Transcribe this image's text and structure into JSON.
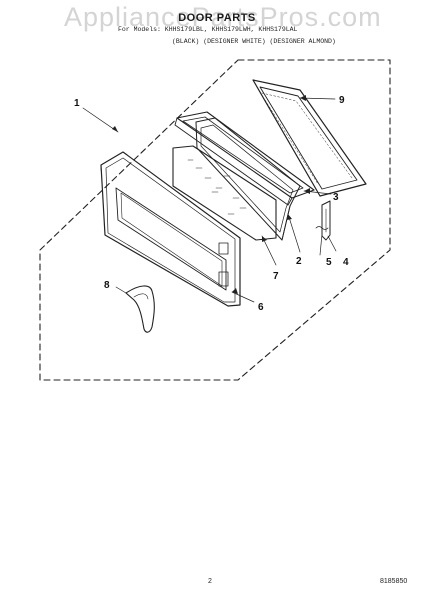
{
  "watermark": "AppliancePartsPros.com",
  "header": {
    "title": "DOOR PARTS",
    "models_line": "For Models: KHHS179LBL, KHHS179LWH, KHHS179LAL",
    "colors_line": "(BLACK)  (DESIGNER WHITE)  (DESIGNER ALMOND)"
  },
  "callouts": [
    "1",
    "2",
    "3",
    "4",
    "5",
    "6",
    "7",
    "8",
    "9"
  ],
  "footer": {
    "page_number": "2",
    "document_number": "8185850"
  }
}
